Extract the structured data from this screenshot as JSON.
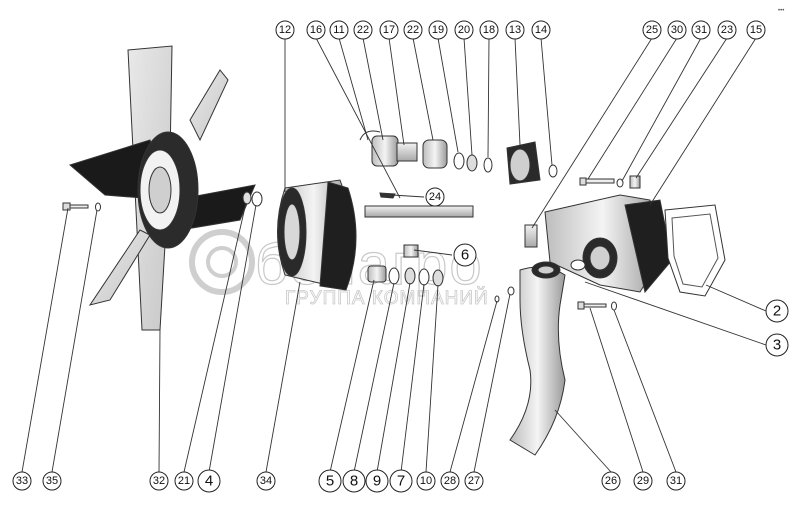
{
  "watermark": {
    "main": "белагро",
    "sub": "ГРУППА КОМПАНИЙ"
  },
  "corner_mark": "•••",
  "callouts": [
    "12",
    "16",
    "11",
    "22",
    "17",
    "22",
    "19",
    "20",
    "18",
    "13",
    "14",
    "25",
    "30",
    "31",
    "23",
    "15",
    "24",
    "6",
    "2",
    "3",
    "33",
    "35",
    "32",
    "21",
    "4",
    "34",
    "5",
    "8",
    "9",
    "7",
    "10",
    "28",
    "27",
    "26",
    "29",
    "31"
  ]
}
